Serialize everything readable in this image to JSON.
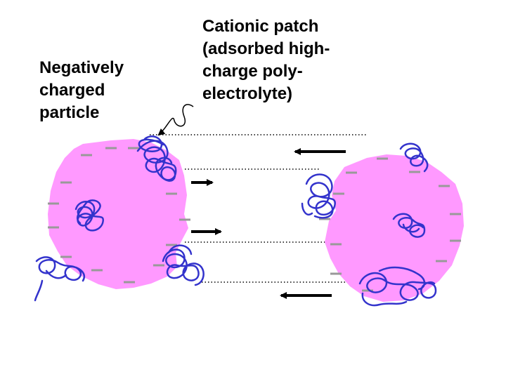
{
  "labels": {
    "particle": "Negatively\ncharged\nparticle",
    "patch": "Cationic patch\n(adsorbed high-\ncharge poly-\nelectrolyte)"
  },
  "colors": {
    "particle_fill": "#ff99ff",
    "polymer": "#3333cc",
    "charge": "#999999",
    "arrow": "#000000",
    "guide": "#000000"
  },
  "icons": {
    "charge_marker": "minus-sign",
    "approach_arrow": "arrow"
  }
}
